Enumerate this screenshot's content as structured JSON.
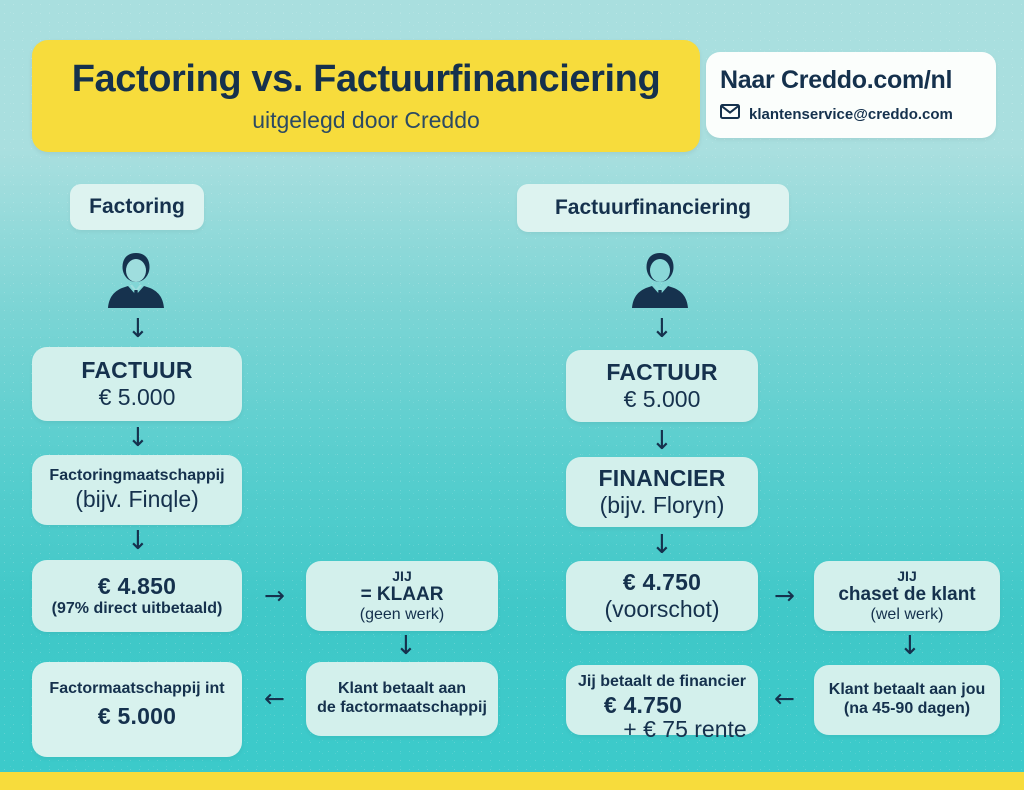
{
  "header": {
    "title": "Factoring vs. Factuurfinanciering",
    "subtitle": "uitgelegd door Creddo",
    "contact_url": "Naar Creddo.com/nl",
    "contact_email": "klantenservice@creddo.com",
    "mail_icon": "envelope-icon"
  },
  "colors": {
    "accent_yellow": "#f7dc3c",
    "navy": "#15314d",
    "box_mint": "#d3f0ec",
    "background_top": "#a9dfdf",
    "background_bottom": "#3ccaca"
  },
  "columns": {
    "left": {
      "pill": "Factoring",
      "person_icon": "businessman-icon",
      "steps": [
        {
          "line1": "FACTUUR",
          "line2": "€ 5.000"
        },
        {
          "line1": "Factoringmaatschappij",
          "line2": "(bijv. Finqle)"
        },
        {
          "line1": "€ 4.850",
          "line2": "(97% direct uitbetaald)"
        },
        {
          "line1": "Factormaatschappij int",
          "line2": "€ 5.000"
        }
      ]
    },
    "left_side": {
      "steps": [
        {
          "line1": "JIJ",
          "line2": "= KLAAR",
          "line3": "(geen werk)"
        },
        {
          "line1": "Klant betaalt aan",
          "line2": "de factormaatschappij"
        }
      ]
    },
    "right": {
      "pill": "Factuurfinanciering",
      "person_icon": "businessman-icon",
      "steps": [
        {
          "line1": "FACTUUR",
          "line2": "€ 5.000"
        },
        {
          "line1": "FINANCIER",
          "line2": "(bijv. Floryn)"
        },
        {
          "line1": "€ 4.750",
          "line2": "(voorschot)"
        },
        {
          "line1": "Jij betaalt de financier",
          "line2": "€ 4.750",
          "line3": "+ € 75 rente"
        }
      ]
    },
    "right_side": {
      "steps": [
        {
          "line1": "JIJ",
          "line2": "chaset de klant",
          "line3": "(wel werk)"
        },
        {
          "line1": "Klant betaalt aan jou",
          "line2": "(na 45-90 dagen)"
        }
      ]
    }
  },
  "arrows": {
    "down": "↓",
    "right": "→",
    "left": "←"
  }
}
